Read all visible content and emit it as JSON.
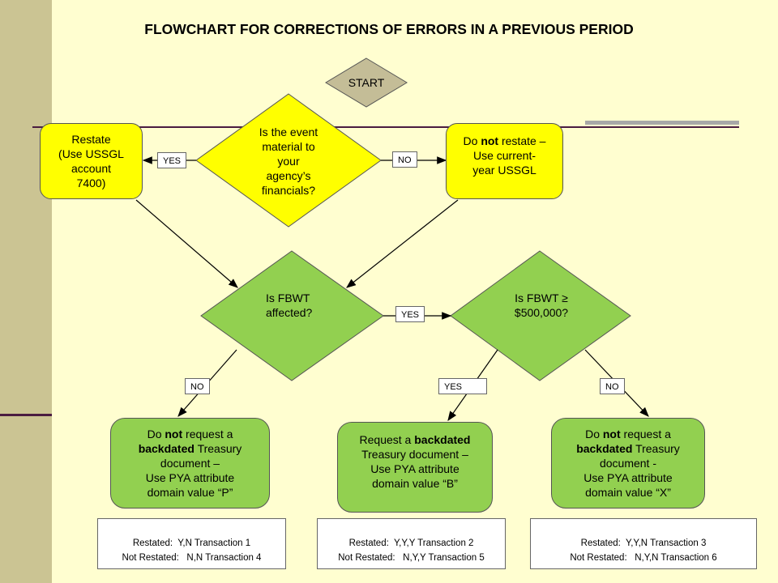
{
  "title": "FLOWCHART FOR CORRECTIONS OF ERRORS IN A PREVIOUS PERIOD",
  "start": "START",
  "q_material": [
    "Is the event",
    "material to",
    "your",
    "agency’s",
    "financials?"
  ],
  "restate": [
    "Restate",
    "(Use USSGL",
    "account",
    "7400)"
  ],
  "no_restate": {
    "pre": "Do ",
    "bold": "not",
    "post": " restate –",
    "lines": [
      "Use current-",
      "year USSGL"
    ]
  },
  "q_fbwt": [
    "Is FBWT",
    "affected?"
  ],
  "q_fbwt_amt": [
    "Is FBWT ≥",
    "$500,000?"
  ],
  "tags": {
    "yes1": "YES",
    "no1": "NO",
    "yes2": "YES",
    "no2": "NO",
    "yes3": "YES",
    "no3": "NO"
  },
  "outcome_p": {
    "l1_pre": "Do ",
    "l1_bold": "not",
    "l1_post": " request a",
    "l2_bold": "backdated",
    "l2_post": " Treasury",
    "l3": "document –",
    "l4": "Use PYA attribute",
    "l5": "domain value “P”"
  },
  "outcome_b": {
    "l1_pre": "Request a ",
    "l1_bold": "backdated",
    "l2": "Treasury document –",
    "l3": "Use PYA attribute",
    "l4": "domain value “B”"
  },
  "outcome_x": {
    "l1_pre": "Do ",
    "l1_bold": "not",
    "l1_post": " request a",
    "l2_bold": "backdated",
    "l2_post": " Treasury",
    "l3": "document -",
    "l4": "Use PYA attribute",
    "l5": "domain value “X”"
  },
  "footer": {
    "box1": [
      "Restated:  Y,N Transaction 1",
      "Not Restated:   N,N Transaction 4"
    ],
    "box2": [
      "Restated:  Y,Y,Y Transaction 2",
      "Not Restated:   N,Y,Y Transaction 5"
    ],
    "box3": [
      "Restated:  Y,Y,N Transaction 3",
      "Not Restated:   N,Y,N Transaction 6"
    ]
  },
  "colors": {
    "yellow": "#ffff00",
    "green": "#92d050",
    "start": "#c4bd97",
    "sidebar": "#cbc493"
  }
}
